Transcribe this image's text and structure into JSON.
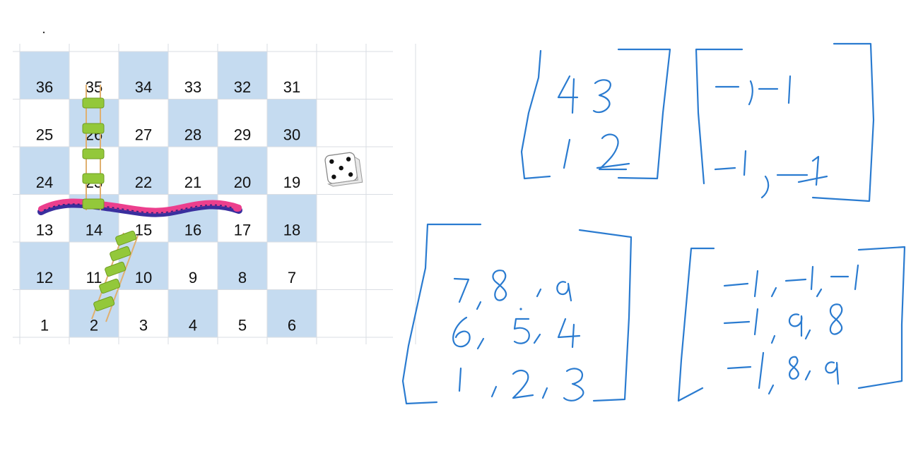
{
  "colors": {
    "shaded_cell": "#c5dbf0",
    "grid_line": "#d9dde3",
    "ink": "#2a7bd0",
    "ladder_rail": "#e0b070",
    "ladder_rung": "#93c83a",
    "snake_body": "#ec3f8d",
    "snake_belly": "#3a2f9e"
  },
  "board": {
    "rows": [
      [
        "36",
        "35",
        "34",
        "33",
        "32",
        "31"
      ],
      [
        "25",
        "26",
        "27",
        "28",
        "29",
        "30"
      ],
      [
        "24",
        "23",
        "22",
        "21",
        "20",
        "19"
      ],
      [
        "13",
        "14",
        "15",
        "16",
        "17",
        "18"
      ],
      [
        "12",
        "11",
        "10",
        "9",
        "8",
        "7"
      ],
      [
        "1",
        "2",
        "3",
        "4",
        "5",
        "6"
      ]
    ],
    "shaded": [
      [
        true,
        false,
        true,
        false,
        true,
        false
      ],
      [
        false,
        true,
        false,
        true,
        false,
        true
      ],
      [
        true,
        false,
        true,
        false,
        true,
        false
      ],
      [
        false,
        true,
        false,
        true,
        false,
        true
      ],
      [
        true,
        false,
        true,
        false,
        true,
        false
      ],
      [
        false,
        true,
        false,
        true,
        false,
        true
      ]
    ],
    "ladders": [
      {
        "from": "2",
        "to": "15"
      },
      {
        "from": "14",
        "to": "35"
      }
    ],
    "snakes": [
      {
        "head": "17",
        "tail": "13"
      }
    ]
  },
  "dice": {
    "icon": "dice-icon",
    "face": 5
  },
  "handwriting": {
    "matrices": [
      {
        "id": "matrix-2x2-board",
        "rows": [
          [
            "4",
            "3"
          ],
          [
            "1",
            "2"
          ]
        ]
      },
      {
        "id": "matrix-2x2-moves",
        "rows": [
          [
            "-1",
            "-1"
          ],
          [
            "-1,",
            "-1"
          ]
        ]
      },
      {
        "id": "matrix-3x3-board",
        "rows": [
          [
            "7,",
            "8",
            ",",
            "9"
          ],
          [
            "6,",
            "5,",
            "4"
          ],
          [
            "1",
            ",",
            "2",
            ",",
            "3"
          ]
        ]
      },
      {
        "id": "matrix-3x3-moves",
        "rows": [
          [
            "-1",
            ",",
            "-1,",
            "-1"
          ],
          [
            "-1",
            ",",
            "9,",
            "8"
          ],
          [
            "-1,",
            "8,",
            "9"
          ]
        ]
      }
    ]
  }
}
